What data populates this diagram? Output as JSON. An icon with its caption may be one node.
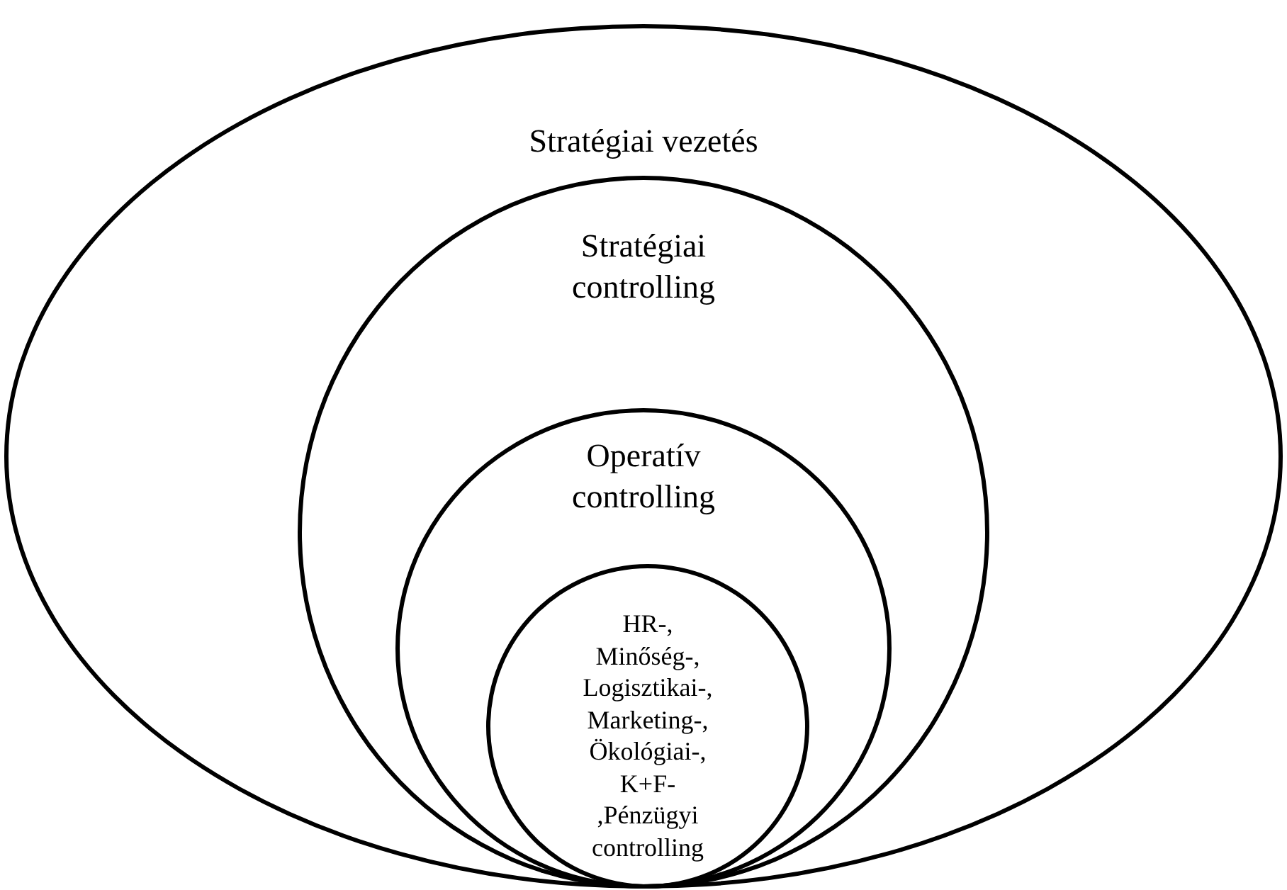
{
  "diagram": {
    "nodes": [
      {
        "text": [
          "Stratégiai vezetés"
        ]
      },
      {
        "text": [
          "Stratégiai controlling"
        ],
        "in": 0
      },
      {
        "text": [
          "Operatív controlling"
        ],
        "in": 1
      },
      {
        "text": [
          "HR-, Minőség-, Logisztikai-, Marketing-, Ökológiai-, K+F- ,Pénzügyi controlling"
        ],
        "in": 2
      }
    ]
  }
}
